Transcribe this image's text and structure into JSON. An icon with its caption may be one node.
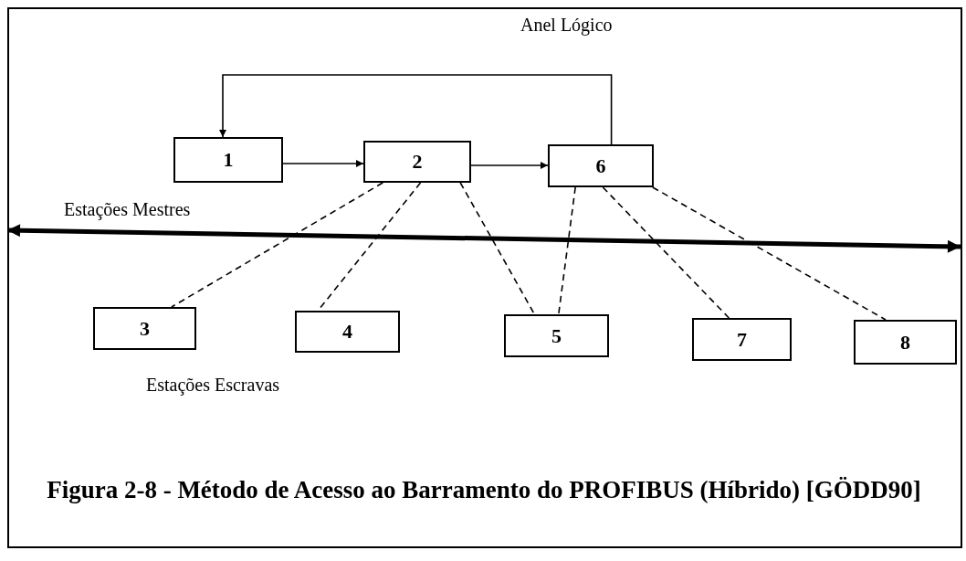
{
  "diagram": {
    "caption": "Figura 2-8 - Método de Acesso ao Barramento do PROFIBUS (Híbrido) [GÖDD90]",
    "nodes": [
      {
        "text": [
          "1"
        ]
      },
      {
        "text": [
          "2"
        ]
      },
      {
        "text": [
          "6"
        ]
      },
      {
        "text": [
          "3"
        ]
      },
      {
        "text": [
          "4"
        ]
      },
      {
        "text": [
          "5"
        ]
      },
      {
        "text": [
          "7"
        ]
      },
      {
        "text": [
          "8"
        ]
      }
    ],
    "edges": [
      {
        "from": 0,
        "to": 1,
        "arrow": "to"
      },
      {
        "from": 1,
        "to": 2,
        "arrow": "to"
      },
      {
        "from": 2,
        "to": 0,
        "arrow": "to"
      },
      {
        "from": 1,
        "to": 3,
        "arrow": "none",
        "style": "dashed"
      },
      {
        "from": 1,
        "to": 4,
        "arrow": "none",
        "style": "dashed"
      },
      {
        "from": 1,
        "to": 5,
        "arrow": "none",
        "style": "dashed"
      },
      {
        "from": 2,
        "to": 5,
        "arrow": "none",
        "style": "dashed"
      },
      {
        "from": 2,
        "to": 6,
        "arrow": "none",
        "style": "dashed"
      },
      {
        "from": 2,
        "to": 7,
        "arrow": "none",
        "style": "dashed"
      }
    ],
    "labels": [
      "Anel Lógico",
      "Estações Mestres",
      "Estações Escravas"
    ]
  }
}
